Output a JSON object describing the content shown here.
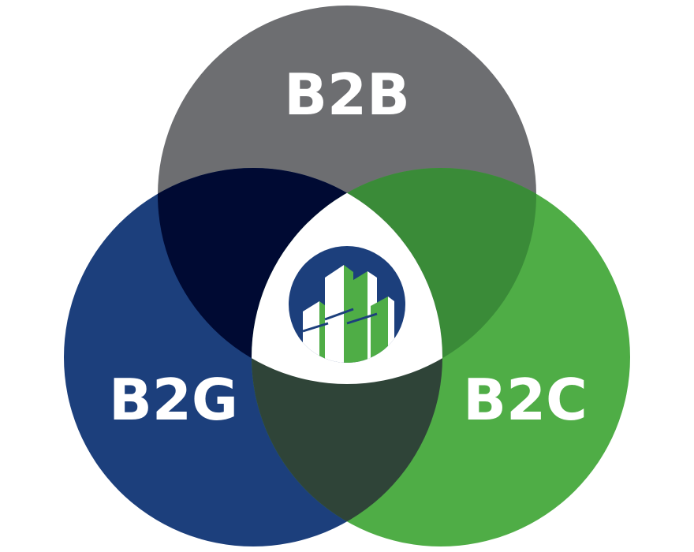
{
  "venn": {
    "sets": [
      {
        "label": "B2B",
        "color": "#6d6e71"
      },
      {
        "label": "B2G",
        "color": "#1c3f7c"
      },
      {
        "label": "B2C",
        "color": "#4fad46"
      }
    ],
    "overlaps": {
      "b2b_b2g": "#000a33",
      "b2b_b2c": "#3a8b38",
      "b2g_b2c": "#2f4438",
      "center": "#ffffff"
    },
    "logo": {
      "icon": "green-buildings-logo-icon",
      "ring_color": "#1c3f7c",
      "building_light": "#ffffff",
      "building_green": "#4fad46"
    }
  }
}
